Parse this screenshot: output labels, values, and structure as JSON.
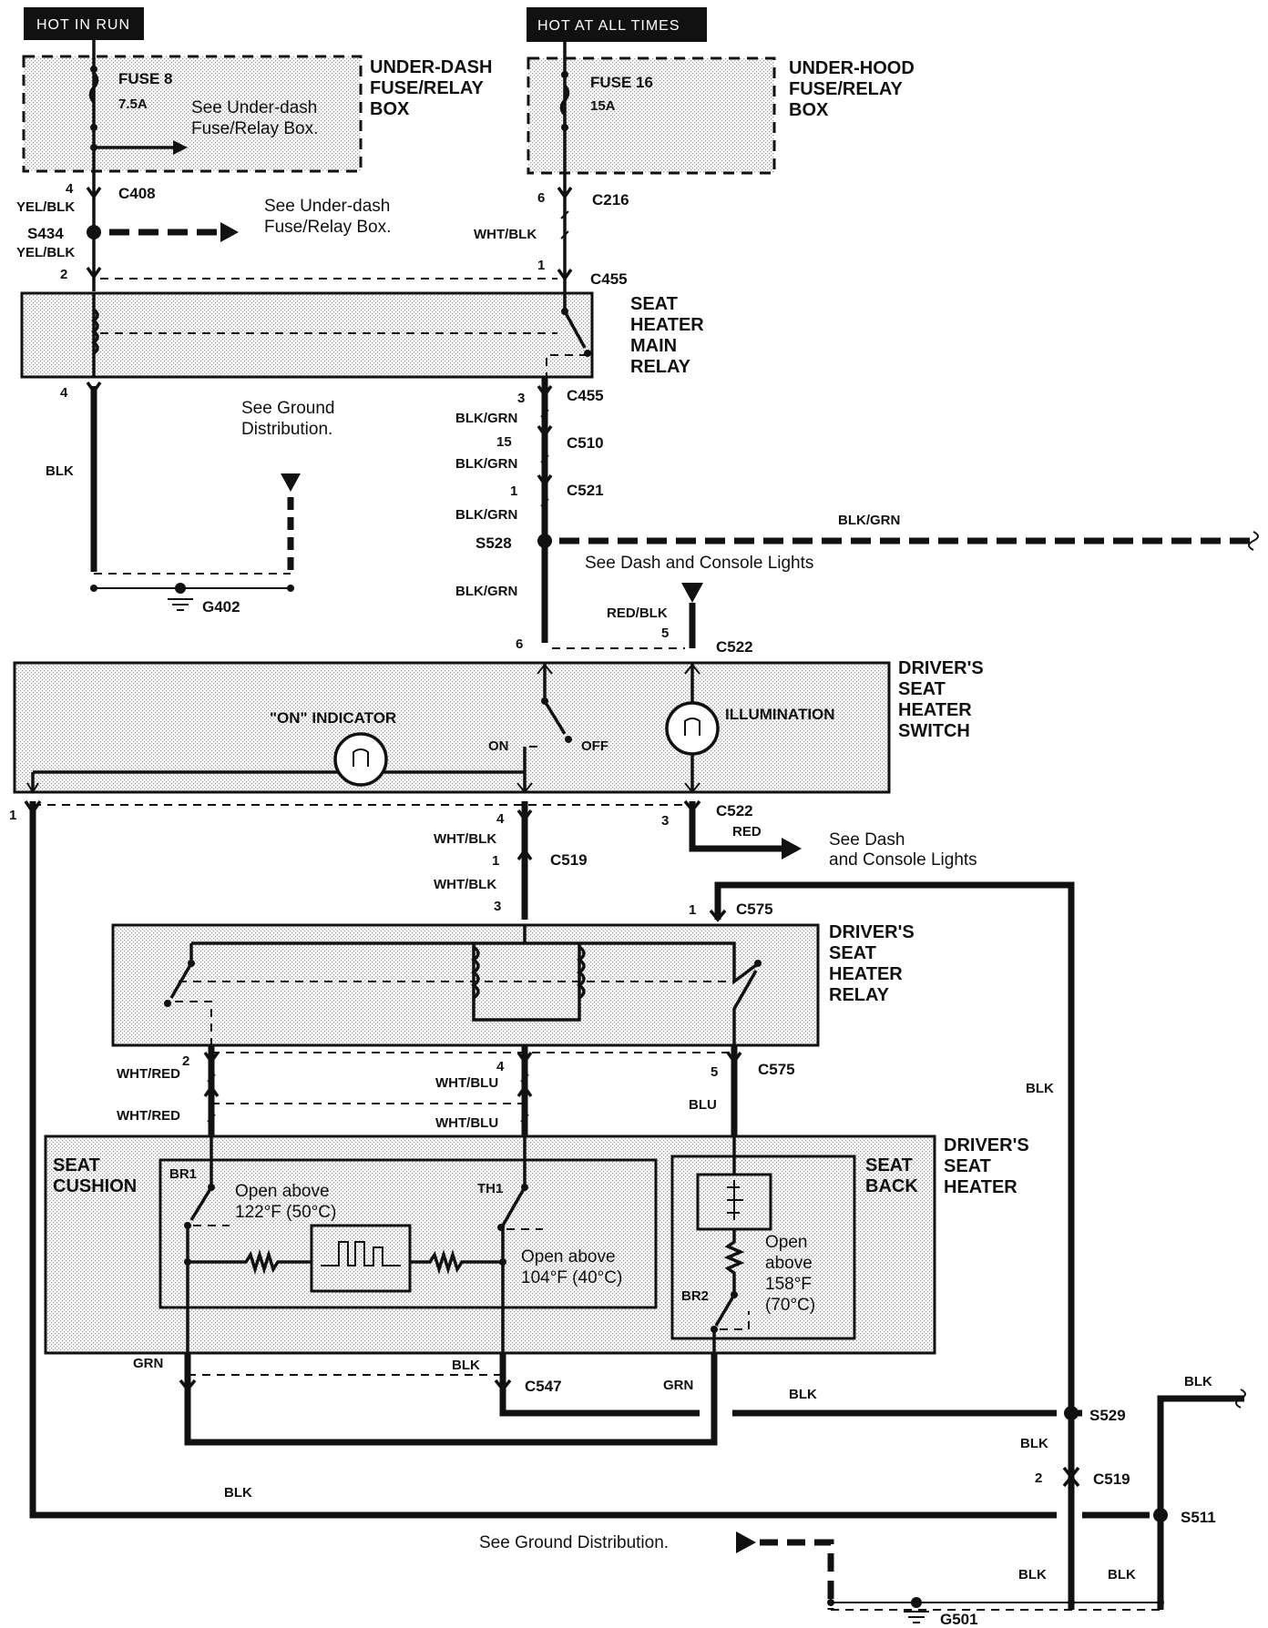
{
  "labels": {
    "hot_in_run": "HOT IN RUN",
    "hot_at_all_times": "HOT AT ALL TIMES",
    "underdash_box_l1": "UNDER-DASH",
    "underdash_box_l2": "FUSE/RELAY",
    "underdash_box_l3": "BOX",
    "underhood_box_l1": "UNDER-HOOD",
    "underhood_box_l2": "FUSE/RELAY",
    "underhood_box_l3": "BOX",
    "fuse8": "FUSE 8",
    "fuse8_amp": "7.5A",
    "fuse16": "FUSE 16",
    "fuse16_amp": "15A",
    "see_underdash_l1": "See Under-dash",
    "see_underdash_l2": "Fuse/Relay Box.",
    "main_relay_l1": "SEAT",
    "main_relay_l2": "HEATER",
    "main_relay_l3": "MAIN",
    "main_relay_l4": "RELAY",
    "see_ground_l1": "See Ground",
    "see_ground_l2": "Distribution.",
    "see_dash_console": "See Dash and Console Lights",
    "switch_l1": "DRIVER'S",
    "switch_l2": "SEAT",
    "switch_l3": "HEATER",
    "switch_l4": "SWITCH",
    "on_indicator": "\"ON\" INDICATOR",
    "illumination": "ILLUMINATION",
    "on": "ON",
    "off": "OFF",
    "see_dash_l1": "See Dash",
    "see_dash_l2": "and Console Lights",
    "relay_l1": "DRIVER'S",
    "relay_l2": "SEAT",
    "relay_l3": "HEATER",
    "relay_l4": "RELAY",
    "heater_l1": "DRIVER'S",
    "heater_l2": "SEAT",
    "heater_l3": "HEATER",
    "seat_cushion_l1": "SEAT",
    "seat_cushion_l2": "CUSHION",
    "seat_back_l1": "SEAT",
    "seat_back_l2": "BACK",
    "br1": "BR1",
    "th1": "TH1",
    "br2": "BR2",
    "open122_l1": "Open above",
    "open122_l2": "122°F (50°C)",
    "open104_l1": "Open above",
    "open104_l2": "104°F (40°C)",
    "open158_l1": "Open",
    "open158_l2": "above",
    "open158_l3": "158°F",
    "open158_l4": "(70°C)",
    "see_ground_dist": "See Ground Distribution."
  },
  "connectors": {
    "c408": "C408",
    "c216": "C216",
    "s434": "S434",
    "c455a": "C455",
    "c455b": "C455",
    "c510": "C510",
    "c521": "C521",
    "s528": "S528",
    "g402": "G402",
    "c522a": "C522",
    "c522b": "C522",
    "c519a": "C519",
    "c575a": "C575",
    "c575b": "C575",
    "c547": "C547",
    "s529": "S529",
    "c519b": "C519",
    "s511": "S511",
    "g501": "G501"
  },
  "wires": {
    "yel_blk_1": "YEL/BLK",
    "yel_blk_2": "YEL/BLK",
    "wht_blk_top": "WHT/BLK",
    "blk_left": "BLK",
    "blk_grn_1": "BLK/GRN",
    "blk_grn_2": "BLK/GRN",
    "blk_grn_3": "BLK/GRN",
    "blk_grn_4": "BLK/GRN",
    "blk_grn_right": "BLK/GRN",
    "red_blk": "RED/BLK",
    "wht_blk_1": "WHT/BLK",
    "wht_blk_2": "WHT/BLK",
    "red": "RED",
    "wht_red_1": "WHT/RED",
    "wht_red_2": "WHT/RED",
    "wht_blu_1": "WHT/BLU",
    "wht_blu_2": "WHT/BLU",
    "blu": "BLU",
    "blk_right": "BLK",
    "grn_1": "GRN",
    "blk_mid": "BLK",
    "grn_2": "GRN",
    "blk_h": "BLK",
    "blk_s511": "BLK",
    "blk_c519": "BLK",
    "blk_bottom": "BLK",
    "blk_g501a": "BLK",
    "blk_g501b": "BLK"
  },
  "pins": {
    "p4a": "4",
    "p2a": "2",
    "p6a": "6",
    "p1a": "1",
    "p4b": "4",
    "p3a": "3",
    "p15": "15",
    "p1b": "1",
    "p6b": "6",
    "p5a": "5",
    "p1c": "1",
    "p4c": "4",
    "p1d": "1",
    "p3b": "3",
    "p3c": "3",
    "p1e": "1",
    "p2b": "2",
    "p4d": "4",
    "p5b": "5",
    "p2c": "2"
  }
}
